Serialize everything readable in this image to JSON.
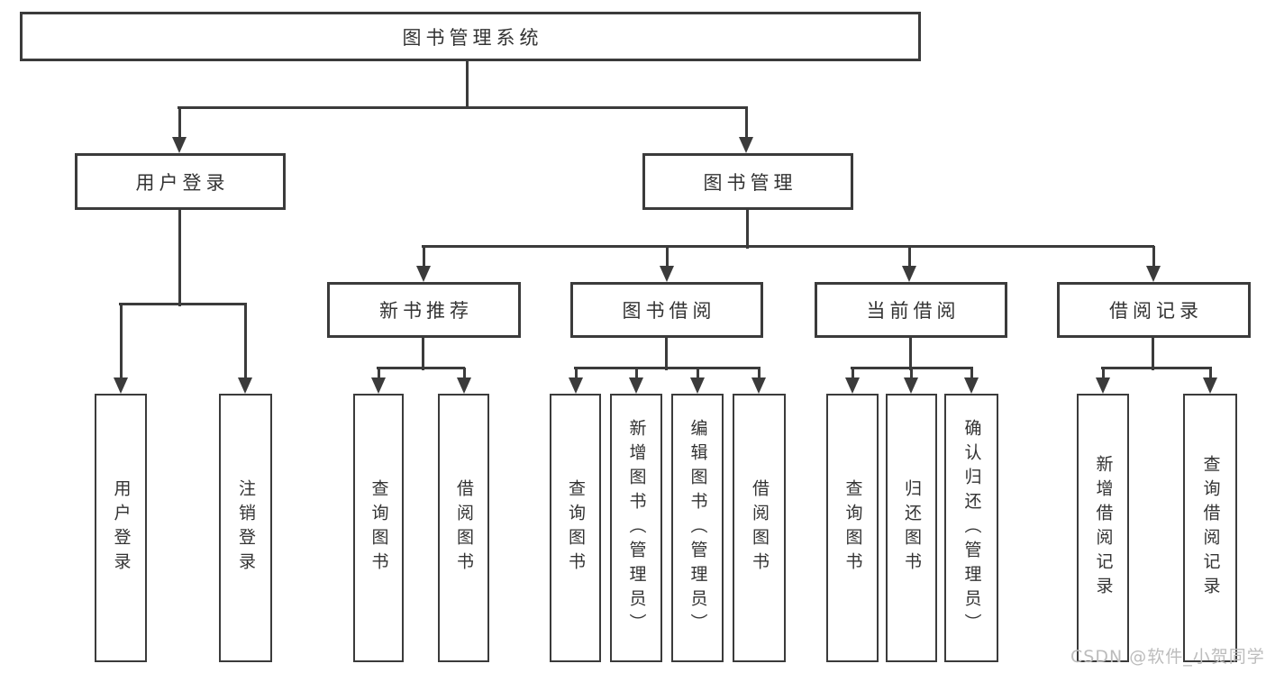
{
  "diagram": {
    "title": "图书管理系统",
    "level2": [
      {
        "label": "用户登录"
      },
      {
        "label": "图书管理"
      }
    ],
    "level3": [
      {
        "label": "新书推荐",
        "parent": "图书管理"
      },
      {
        "label": "图书借阅",
        "parent": "图书管理"
      },
      {
        "label": "当前借阅",
        "parent": "图书管理"
      },
      {
        "label": "借阅记录",
        "parent": "图书管理"
      }
    ],
    "leaves": [
      {
        "label": "用户登录",
        "parent": "用户登录"
      },
      {
        "label": "注销登录",
        "parent": "用户登录"
      },
      {
        "label": "查询图书",
        "parent": "新书推荐"
      },
      {
        "label": "借阅图书",
        "parent": "新书推荐"
      },
      {
        "label": "查询图书",
        "parent": "图书借阅"
      },
      {
        "label": "新增图书（管理员）",
        "parent": "图书借阅"
      },
      {
        "label": "编辑图书（管理员）",
        "parent": "图书借阅"
      },
      {
        "label": "借阅图书",
        "parent": "图书借阅"
      },
      {
        "label": "查询图书",
        "parent": "当前借阅"
      },
      {
        "label": "归还图书",
        "parent": "当前借阅"
      },
      {
        "label": "确认归还（管理员）",
        "parent": "当前借阅"
      },
      {
        "label": "新增借阅记录",
        "parent": "借阅记录"
      },
      {
        "label": "查询借阅记录",
        "parent": "借阅记录"
      }
    ],
    "watermark": "CSDN @软件_小贺同学",
    "colors": {
      "line": "#3b3b3b",
      "text": "#333333",
      "background": "#ffffff",
      "watermark": "#bcbcbc"
    }
  }
}
